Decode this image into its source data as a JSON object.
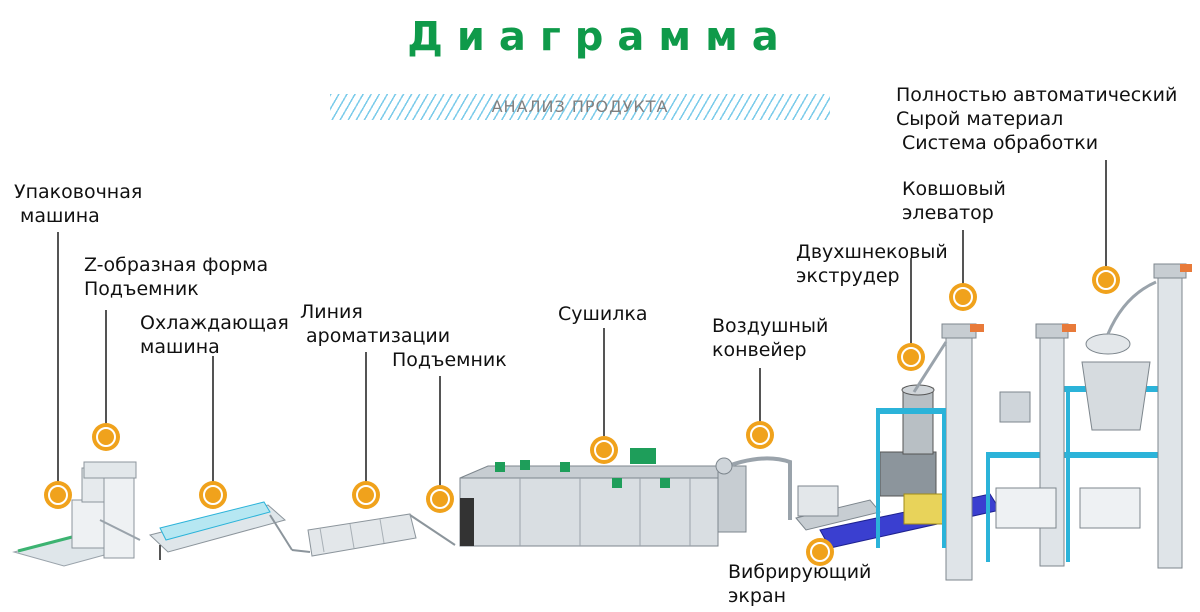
{
  "title": "Диаграмма",
  "subtitle": "АНАЛИЗ ПРОДУКТА",
  "colors": {
    "title": "#0f9a4a",
    "marker": "#f0a21c",
    "frame": "#2bb3d9",
    "steel": "#9aa3ab"
  },
  "labels": {
    "packing": [
      "Упаковочная",
      "машина"
    ],
    "zlift": [
      "Z-образная форма",
      "Подъемник"
    ],
    "cooler": [
      "Охлаждающая",
      "машина"
    ],
    "flavor": [
      "Линия",
      "ароматизации"
    ],
    "elevator": [
      "Подъемник"
    ],
    "dryer": [
      "Сушилка"
    ],
    "airconv": [
      "Воздушный",
      "конвейер"
    ],
    "screen": [
      "Вибрирующий",
      "экран"
    ],
    "extruder": [
      "Двухшнековый",
      "экструдер"
    ],
    "bucket": [
      "Ковшовый",
      "элеватор"
    ],
    "rawsys": [
      "Полностью автоматический",
      "Сырой материал",
      "Система обработки"
    ]
  }
}
